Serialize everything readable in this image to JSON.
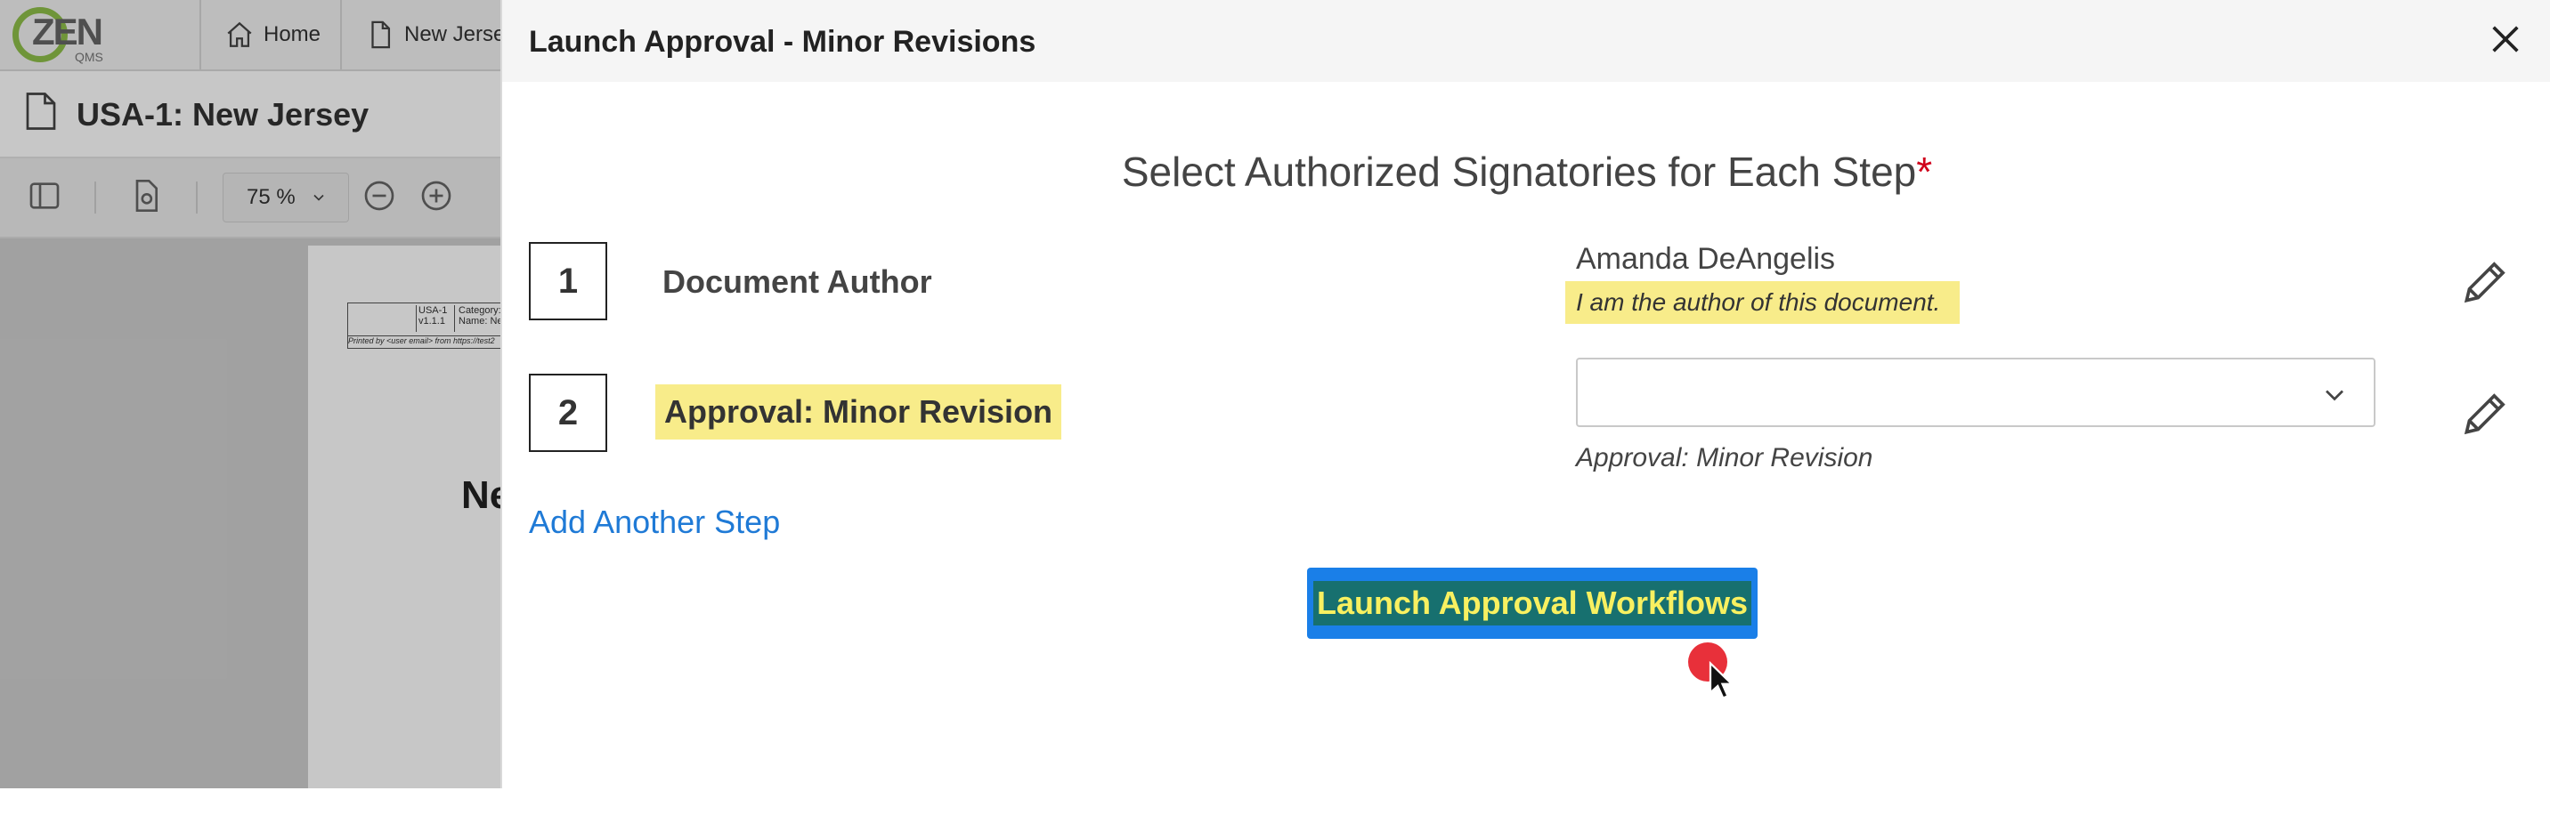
{
  "background_app": {
    "logo_text": "ZEN",
    "logo_subtext": "QMS",
    "tabs": [
      {
        "label": "Home",
        "icon": "home-icon"
      },
      {
        "label": "New Jersey",
        "icon": "document-icon"
      }
    ],
    "document_title": "USA-1: New Jersey",
    "zoom": "75 %",
    "page_header": {
      "code": "USA-1",
      "version": "v1.1.1",
      "category": "Category:",
      "name": "Name: Ne",
      "printed_by": "Printed by <user email> from https://test2"
    },
    "page_heading_fragment": "Ne"
  },
  "modal": {
    "title": "Launch Approval - Minor Revisions",
    "section_title": "Select Authorized Signatories for Each Step",
    "required_mark": "*",
    "steps": [
      {
        "number": "1",
        "label": "Document Author",
        "assignee": "Amanda DeAngelis",
        "note": "I am the author of this document."
      },
      {
        "number": "2",
        "label": "Approval: Minor Revision",
        "select_value": "",
        "caption": "Approval: Minor Revision"
      }
    ],
    "add_step_label": "Add Another Step",
    "launch_label": "Launch Approval Workflows"
  },
  "colors": {
    "accent_blue": "#1a7fe8",
    "highlight_yellow": "#f8ec8a",
    "required_red": "#d0021b",
    "logo_green": "#8fbf4a"
  }
}
